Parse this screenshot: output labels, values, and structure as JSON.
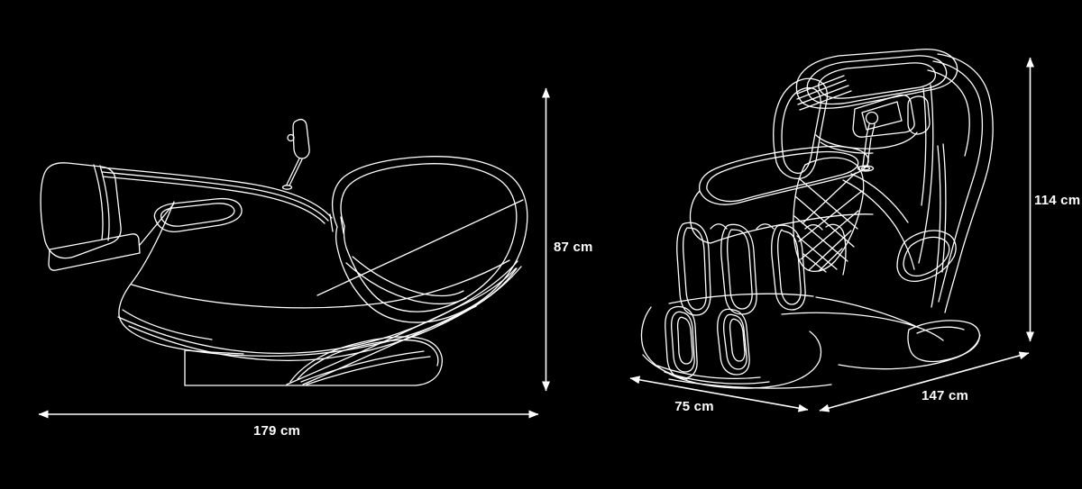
{
  "page": {
    "background_color": "#000000",
    "line_color": "#ffffff"
  },
  "diagram": {
    "subject": "massage-chair-dimension-drawing",
    "views": [
      {
        "id": "side-view",
        "description": "reclined side profile line drawing"
      },
      {
        "id": "front-view",
        "description": "upright front three-quarter line drawing"
      }
    ]
  },
  "dimensions": {
    "length": {
      "label": "179 cm",
      "value": 179,
      "unit": "cm"
    },
    "height_reclined": {
      "label": "87 cm",
      "value": 87,
      "unit": "cm"
    },
    "width": {
      "label": "75 cm",
      "value": 75,
      "unit": "cm"
    },
    "depth": {
      "label": "147 cm",
      "value": 147,
      "unit": "cm"
    },
    "height": {
      "label": "114 cm",
      "value": 114,
      "unit": "cm"
    }
  }
}
